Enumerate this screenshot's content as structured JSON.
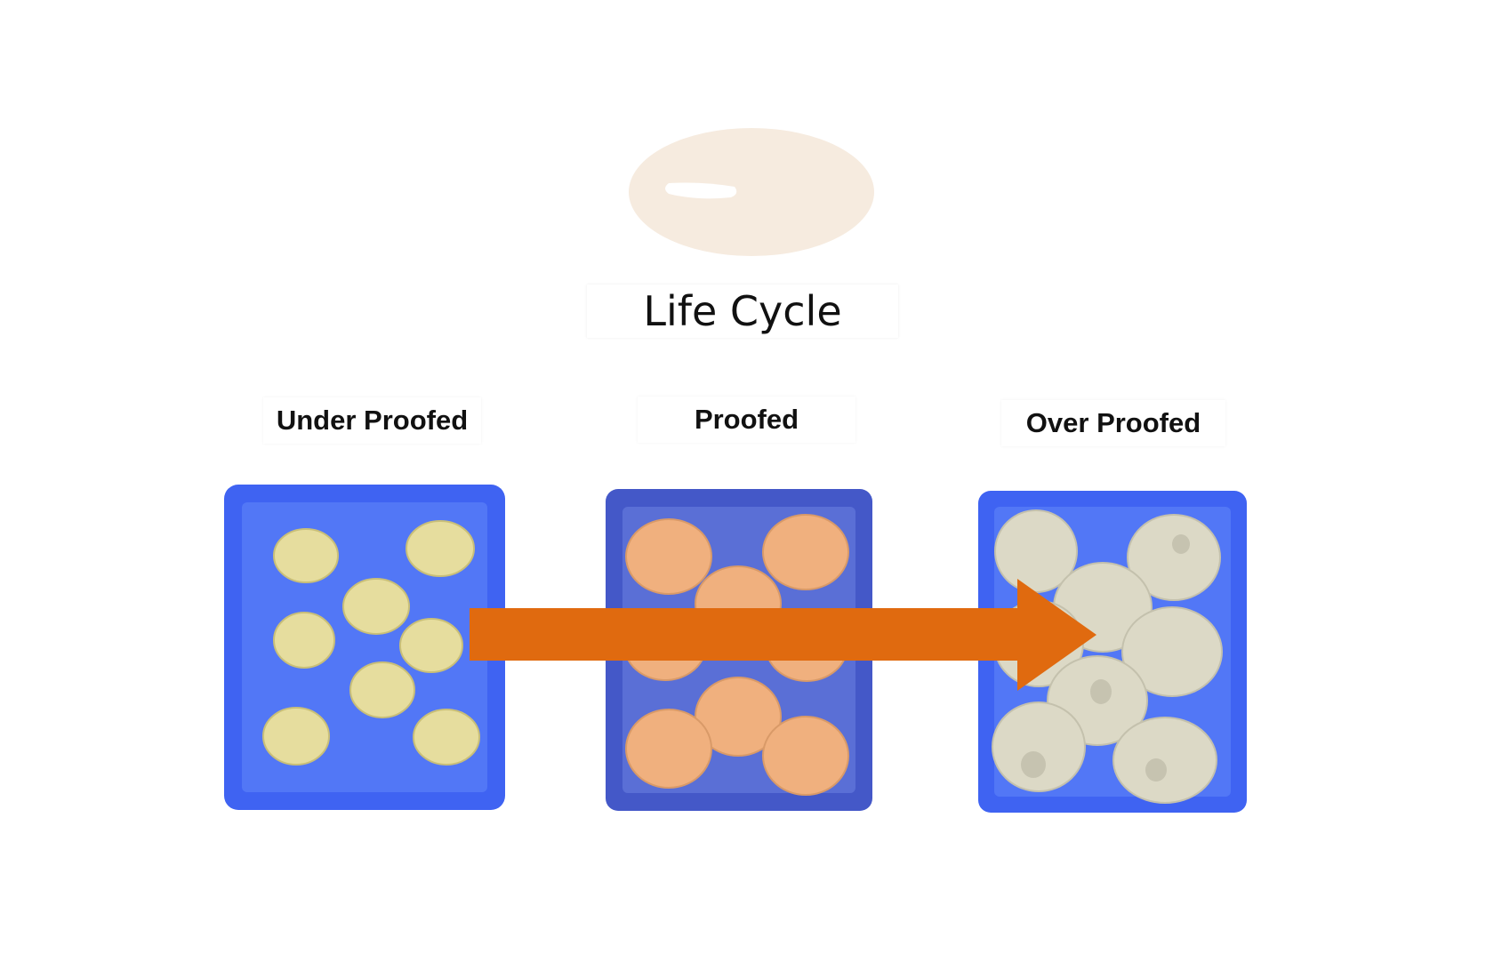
{
  "title": "Life Cycle",
  "stages": [
    {
      "label": "Under Proofed"
    },
    {
      "label": "Proofed"
    },
    {
      "label": "Over Proofed"
    }
  ],
  "colors": {
    "tray": "#3f63f2",
    "tray_proofed": "#4458c8",
    "dough_under": "#e6dd9e",
    "dough_proofed": "#f0b07e",
    "dough_over": "#dcd9c6",
    "arrow": "#e06a0f",
    "blob": "#f6ebdf"
  },
  "icons": [
    "dough-blob-icon",
    "progression-arrow-icon"
  ]
}
